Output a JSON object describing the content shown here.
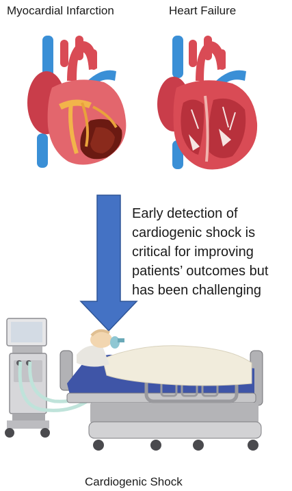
{
  "labels": {
    "myocardial_infarction": "Myocardial Infarction",
    "heart_failure": "Heart Failure",
    "cardiogenic_shock": "Cardiogenic Shock"
  },
  "description_lines": [
    "Early detection of",
    "cardiogenic shock is",
    "critical for improving",
    "patients’ outcomes but",
    "has been challenging"
  ],
  "colors": {
    "arrow": "#4472c4",
    "heart_red": "#d94b55",
    "vessel_blue": "#3a8fd6",
    "infarct_dark": "#6b1a12",
    "mattress": "#3f55a7",
    "blanket": "#f1ecdc",
    "bed_frame": "#c7c7c9"
  },
  "icons": [
    "mi-heart-icon",
    "heart-failure-icon",
    "down-arrow-icon",
    "ventilator-icon",
    "hospital-bed-icon",
    "patient-icon"
  ]
}
